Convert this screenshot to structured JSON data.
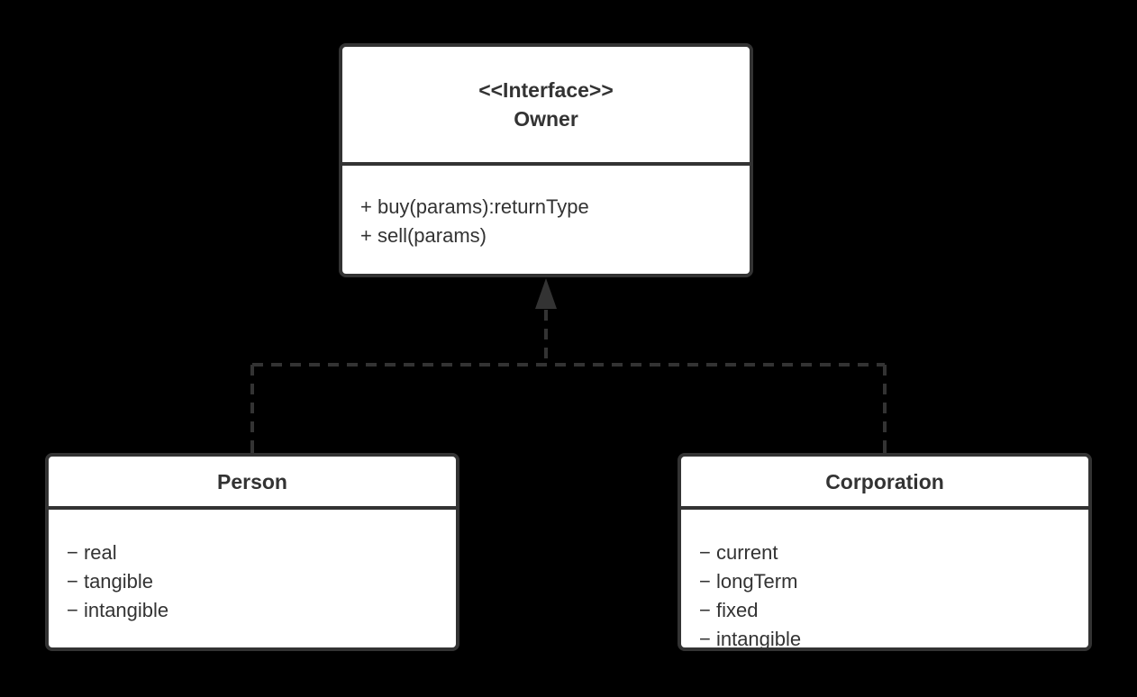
{
  "diagram": {
    "type": "uml-class-diagram",
    "colors": {
      "background": "#000000",
      "node_fill": "#ffffff",
      "stroke": "#333333",
      "text": "#333333"
    },
    "nodes": {
      "owner": {
        "stereotype": "<<Interface>>",
        "name": "Owner",
        "members": [
          "+ buy(params):returnType",
          "+ sell(params)"
        ]
      },
      "person": {
        "name": "Person",
        "members": [
          "− real",
          "− tangible",
          "− intangible"
        ]
      },
      "corporation": {
        "name": "Corporation",
        "members": [
          "− current",
          "− longTerm",
          "− fixed",
          "− intangible"
        ]
      }
    },
    "edges": [
      {
        "from": "Person",
        "to": "Owner",
        "relation": "realization",
        "line": "dashed",
        "arrowhead": "triangle"
      },
      {
        "from": "Corporation",
        "to": "Owner",
        "relation": "realization",
        "line": "dashed",
        "arrowhead": "triangle"
      }
    ]
  }
}
